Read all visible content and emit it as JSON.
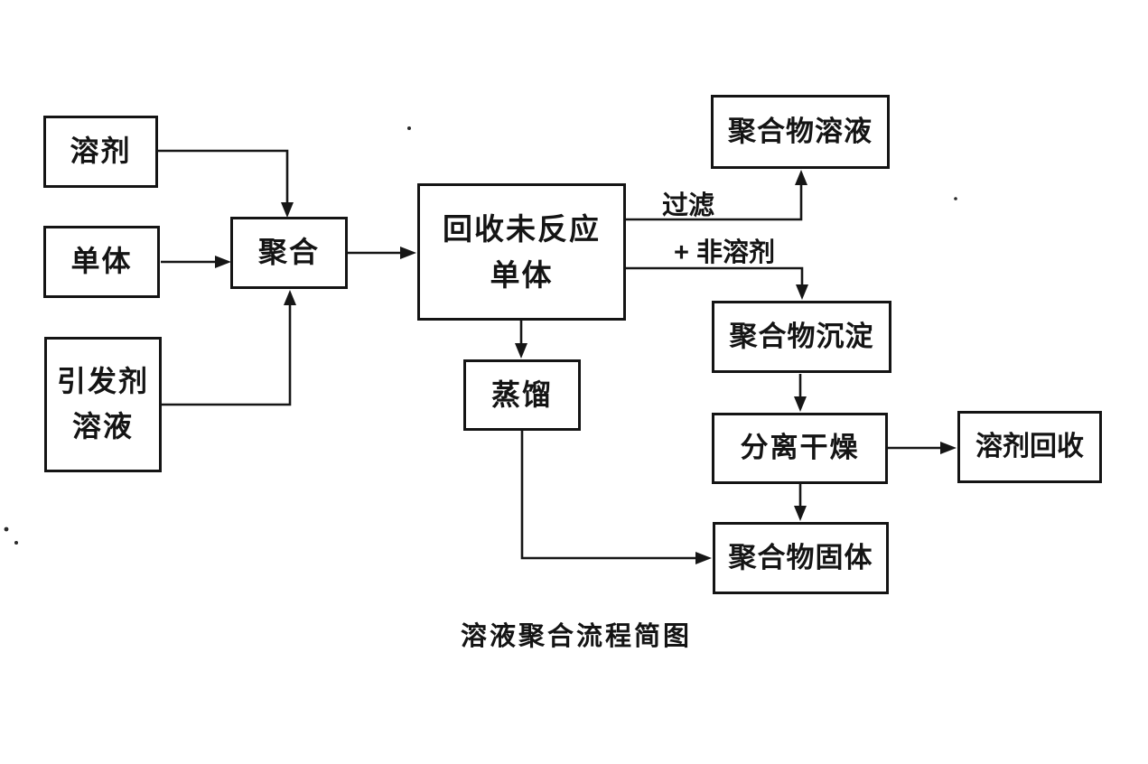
{
  "diagram": {
    "title": "溶液聚合流程简图",
    "nodes": {
      "solvent": {
        "label": "溶剂"
      },
      "monomer": {
        "label": "单体"
      },
      "initiator_solution": {
        "label": "引发剂\n溶液"
      },
      "polymerization": {
        "label": "聚合"
      },
      "recover_unreacted_monomer": {
        "label": "回收未反应\n单体"
      },
      "distillation": {
        "label": "蒸馏"
      },
      "polymer_solution": {
        "label": "聚合物溶液"
      },
      "polymer_precipitate": {
        "label": "聚合物沉淀"
      },
      "separation_drying": {
        "label": "分离干燥"
      },
      "solvent_recovery": {
        "label": "溶剂回收"
      },
      "polymer_solid": {
        "label": "聚合物固体"
      }
    },
    "edge_labels": {
      "filtration": "过滤",
      "plus_nonsolvent": "+ 非溶剂"
    },
    "colors": {
      "ink": "#141414",
      "background": "#ffffff"
    }
  }
}
